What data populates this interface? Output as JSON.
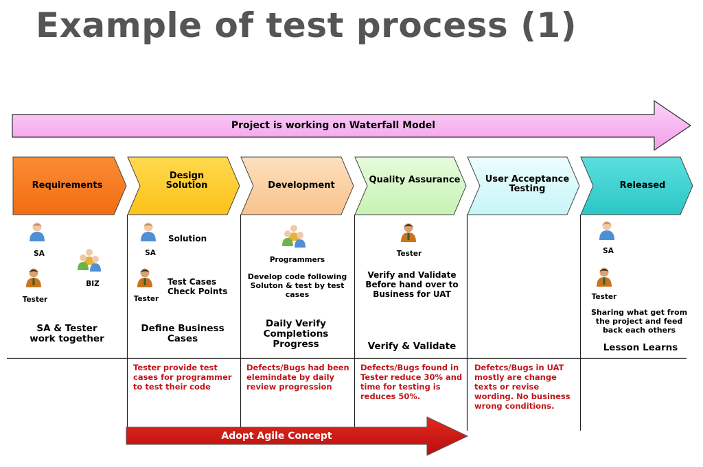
{
  "title": "Example of test process (1)",
  "colors": {
    "waterfall_arrow": "#f5a8f0",
    "agile_arrow": "#cc1414",
    "requirements": "#f77b22",
    "design": "#fecb27",
    "development": "#fbd0a6",
    "qa": "#d6f7c8",
    "uat": "#d8fafc",
    "released": "#3fd3d3",
    "notes_text": "#c0161b"
  },
  "waterfall_arrow": {
    "label": "Project is working on Waterfall Model"
  },
  "agile_arrow": {
    "label": "Adopt Agile Concept"
  },
  "phases": [
    {
      "label": "Requirements"
    },
    {
      "label": "Design Solution"
    },
    {
      "label": "Development"
    },
    {
      "label": "Quality Assurance"
    },
    {
      "label": "User Acceptance Testing"
    },
    {
      "label": "Released"
    }
  ],
  "requirements": {
    "sa_label": "SA",
    "biz_label": "BIZ",
    "tester_label": "Tester",
    "summary": "SA & Tester work together"
  },
  "design": {
    "sa_label": "SA",
    "solution_label": "Solution",
    "tester_label": "Tester",
    "test_cases_label": "Test Cases Check Points",
    "summary": "Define Business Cases",
    "note": "Tester provide test cases for programmer to test their code"
  },
  "development": {
    "programmers_label": "Programmers",
    "description": "Develop code following Soluton & test by test cases",
    "summary": "Daily Verify Completions Progress",
    "note": "Defects/Bugs had been elemindate by daily review progression"
  },
  "qa": {
    "tester_label": "Tester",
    "description": "Verify and Validate Before hand over to Business for UAT",
    "summary": "Verify & Validate",
    "note": "Defects/Bugs found in Tester reduce 30% and time for testing is reduces 50%."
  },
  "uat": {
    "note": "Defetcs/Bugs in UAT mostly are change texts or revise wording. No business wrong conditions."
  },
  "released": {
    "sa_label": "SA",
    "tester_label": "Tester",
    "description": "Sharing what get from the project and feed back each others",
    "summary": "Lesson Learns"
  }
}
